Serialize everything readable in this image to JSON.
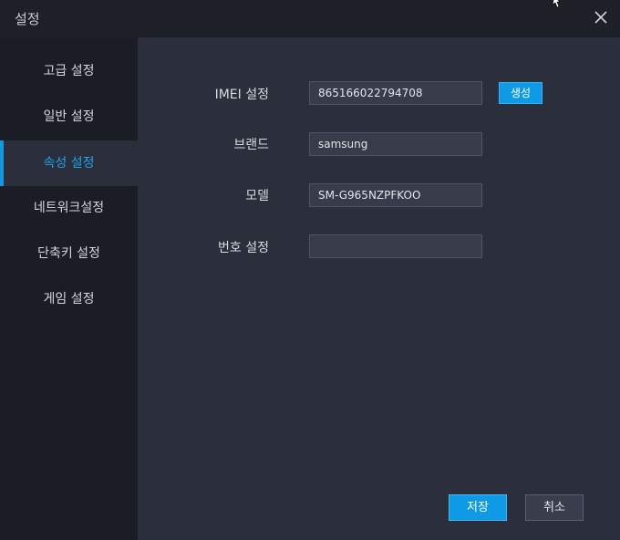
{
  "window": {
    "title": "설정"
  },
  "sidebar": {
    "items": [
      {
        "label": "고급 설정"
      },
      {
        "label": "일반 설정"
      },
      {
        "label": "속성 설정",
        "active": true
      },
      {
        "label": "네트워크설정"
      },
      {
        "label": "단축키 설정"
      },
      {
        "label": "게임 설정"
      }
    ]
  },
  "form": {
    "imei": {
      "label": "IMEI 설정",
      "value": "865166022794708",
      "generate_label": "생성"
    },
    "brand": {
      "label": "브랜드",
      "value": "samsung"
    },
    "model": {
      "label": "모델",
      "value": "SM-G965NZPFKOO"
    },
    "number": {
      "label": "번호 설정",
      "value": ""
    }
  },
  "footer": {
    "save_label": "저장",
    "cancel_label": "취소"
  },
  "colors": {
    "accent": "#0f9ae6",
    "active_text": "#1fa3ea",
    "panel_bg": "#2b2e3b",
    "sidebar_bg": "#1b1d24"
  }
}
